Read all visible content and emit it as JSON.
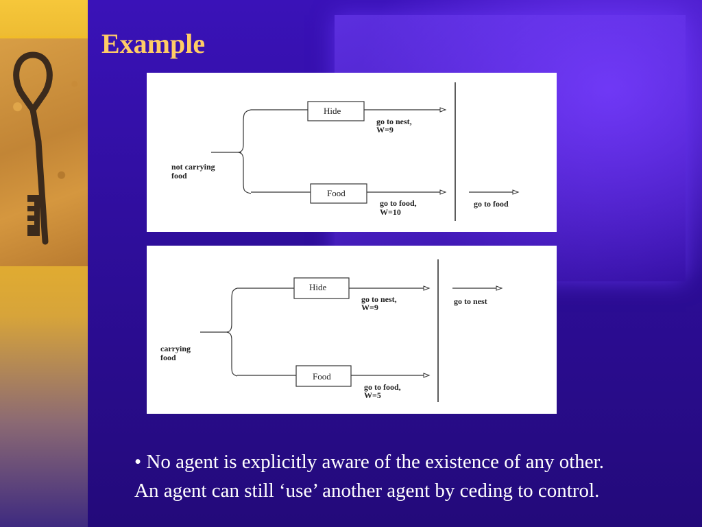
{
  "slide": {
    "title": "Example",
    "bullet_line1": "• No agent is explicitly aware of the existence of any other.",
    "bullet_line2": "An agent can still ‘use’ another agent by ceding to control."
  },
  "diagram_top": {
    "state_label_line1": "not carrying",
    "state_label_line2": "food",
    "box_hide": "Hide",
    "box_food": "Food",
    "hide_output_line1": "go to nest,",
    "hide_output_line2": "W=9",
    "food_output_line1": "go to food,",
    "food_output_line2": "W=10",
    "result": "go to food"
  },
  "diagram_bottom": {
    "state_label_line1": "carrying",
    "state_label_line2": "food",
    "box_hide": "Hide",
    "box_food": "Food",
    "hide_output_line1": "go to nest,",
    "hide_output_line2": "W=9",
    "food_output_line1": "go to food,",
    "food_output_line2": "W=5",
    "result": "go to nest"
  },
  "colors": {
    "background": "#2a0f86",
    "title": "#ffcc66",
    "sidebar": "#eab327"
  }
}
